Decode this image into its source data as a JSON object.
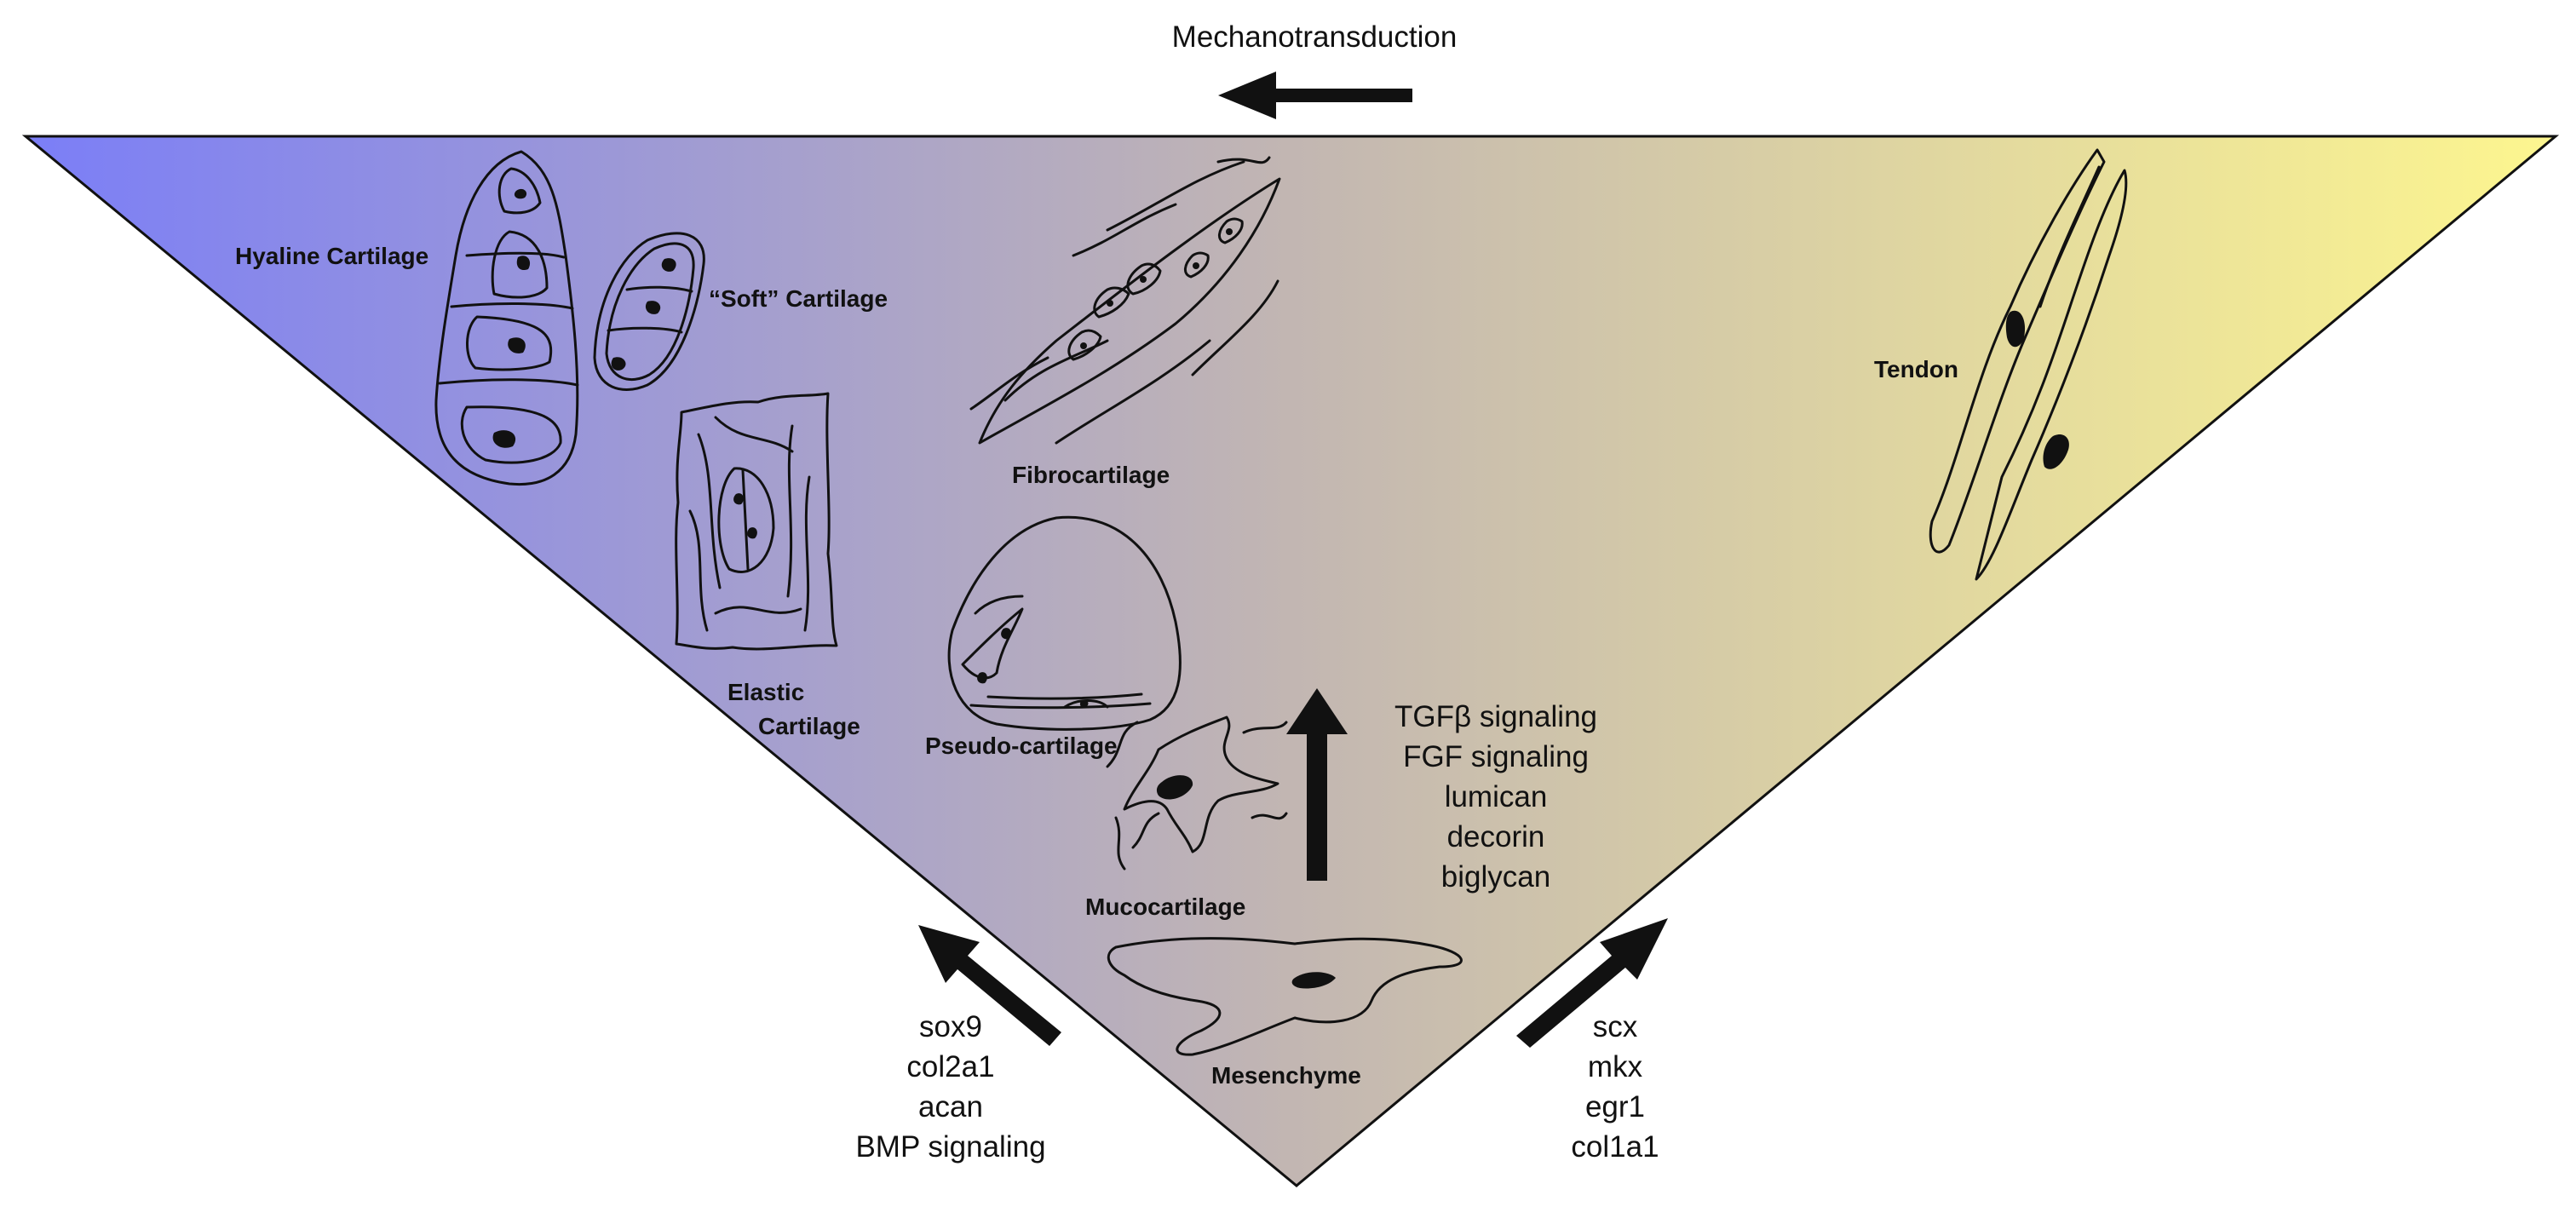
{
  "gradient": {
    "left_color": "#7b7ef7",
    "mid_color": "#c2b6b2",
    "right_color": "#fdf68f"
  },
  "top_arrow": {
    "label": "Mechanotransduction"
  },
  "tissues": {
    "hyaline": "Hyaline Cartilage",
    "soft": "“Soft” Cartilage",
    "elastic_line1": "Elastic",
    "elastic_line2": "Cartilage",
    "fibro": "Fibrocartilage",
    "pseudo": "Pseudo-cartilage",
    "muco": "Mucocartilage",
    "mesenchyme": "Mesenchyme",
    "tendon": "Tendon"
  },
  "center_arrow": {
    "factors": [
      "TGFβ signaling",
      "FGF signaling",
      "lumican",
      "decorin",
      "biglycan"
    ]
  },
  "left_arrow": {
    "factors": [
      "sox9",
      "col2a1",
      "acan",
      "BMP signaling"
    ]
  },
  "right_arrow": {
    "factors": [
      "scx",
      "mkx",
      "egr1",
      "col1a1"
    ]
  }
}
